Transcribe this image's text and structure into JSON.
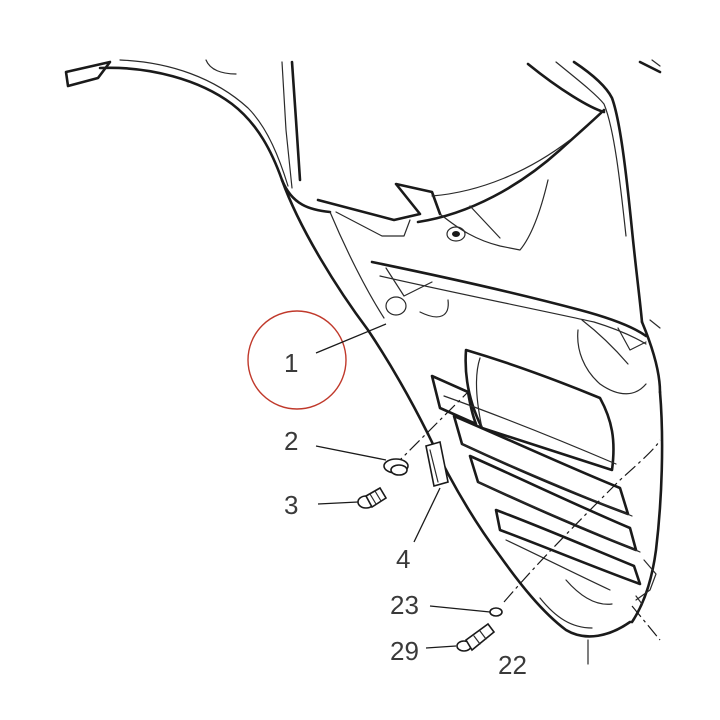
{
  "diagram": {
    "callouts": [
      {
        "id": "c1",
        "label": "1"
      },
      {
        "id": "c2",
        "label": "2"
      },
      {
        "id": "c3",
        "label": "3"
      },
      {
        "id": "c4",
        "label": "4"
      },
      {
        "id": "c23",
        "label": "23"
      },
      {
        "id": "c29",
        "label": "29"
      },
      {
        "id": "c22",
        "label": "22"
      }
    ],
    "colors": {
      "line": "#1a1a1a",
      "callout_text": "#3a3a3a",
      "highlight_circle": "#c0392b",
      "background": "#ffffff"
    }
  }
}
